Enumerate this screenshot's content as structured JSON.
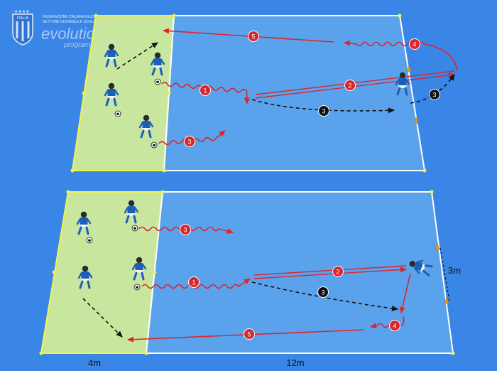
{
  "logo": {
    "country": "ITALIA",
    "federation_line1": "FEDERAZIONE ITALIANA GIUOCO CALCIO",
    "federation_line2": "SETTORE GIOVANILE E SCOLASTICO",
    "brand": "evolution",
    "brand_sub": "programme"
  },
  "colors": {
    "background": "#3a86e6",
    "pitch": "#5aa2ec",
    "zone": "#c9e69e",
    "player": "#1c5fb8",
    "red_arrow": "#d8262c",
    "black_arrow": "#111111",
    "cone": "#f29a1a"
  },
  "drill1": {
    "steps": [
      {
        "label": "1",
        "color": "red"
      },
      {
        "label": "2",
        "color": "red"
      },
      {
        "label": "3",
        "color": "black"
      },
      {
        "label": "3",
        "color": "red"
      },
      {
        "label": "4",
        "color": "red"
      },
      {
        "label": "5",
        "color": "red"
      },
      {
        "label": "3",
        "color": "black"
      }
    ]
  },
  "drill2": {
    "steps": [
      {
        "label": "1",
        "color": "red"
      },
      {
        "label": "2",
        "color": "red"
      },
      {
        "label": "3",
        "color": "black"
      },
      {
        "label": "3",
        "color": "red"
      },
      {
        "label": "4",
        "color": "red"
      },
      {
        "label": "5",
        "color": "red"
      }
    ],
    "dimensions": {
      "zone_width": "4m",
      "field_length": "12m",
      "goal_width": "3m"
    }
  }
}
